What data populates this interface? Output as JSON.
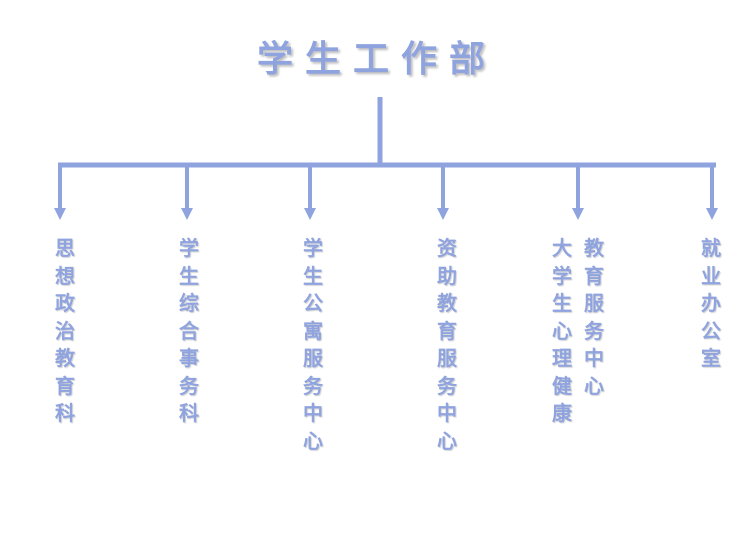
{
  "title": "学生工作部",
  "accent_color": "#8fa3df",
  "departments": [
    {
      "lines": [
        "思想政治教育科"
      ]
    },
    {
      "lines": [
        "学生综合事务科"
      ]
    },
    {
      "lines": [
        "学生公寓服务中心"
      ]
    },
    {
      "lines": [
        "资助教育服务中心"
      ]
    },
    {
      "lines": [
        "大学生心理健康",
        "教育服务中心"
      ]
    },
    {
      "lines": [
        "就业办公室"
      ]
    }
  ]
}
